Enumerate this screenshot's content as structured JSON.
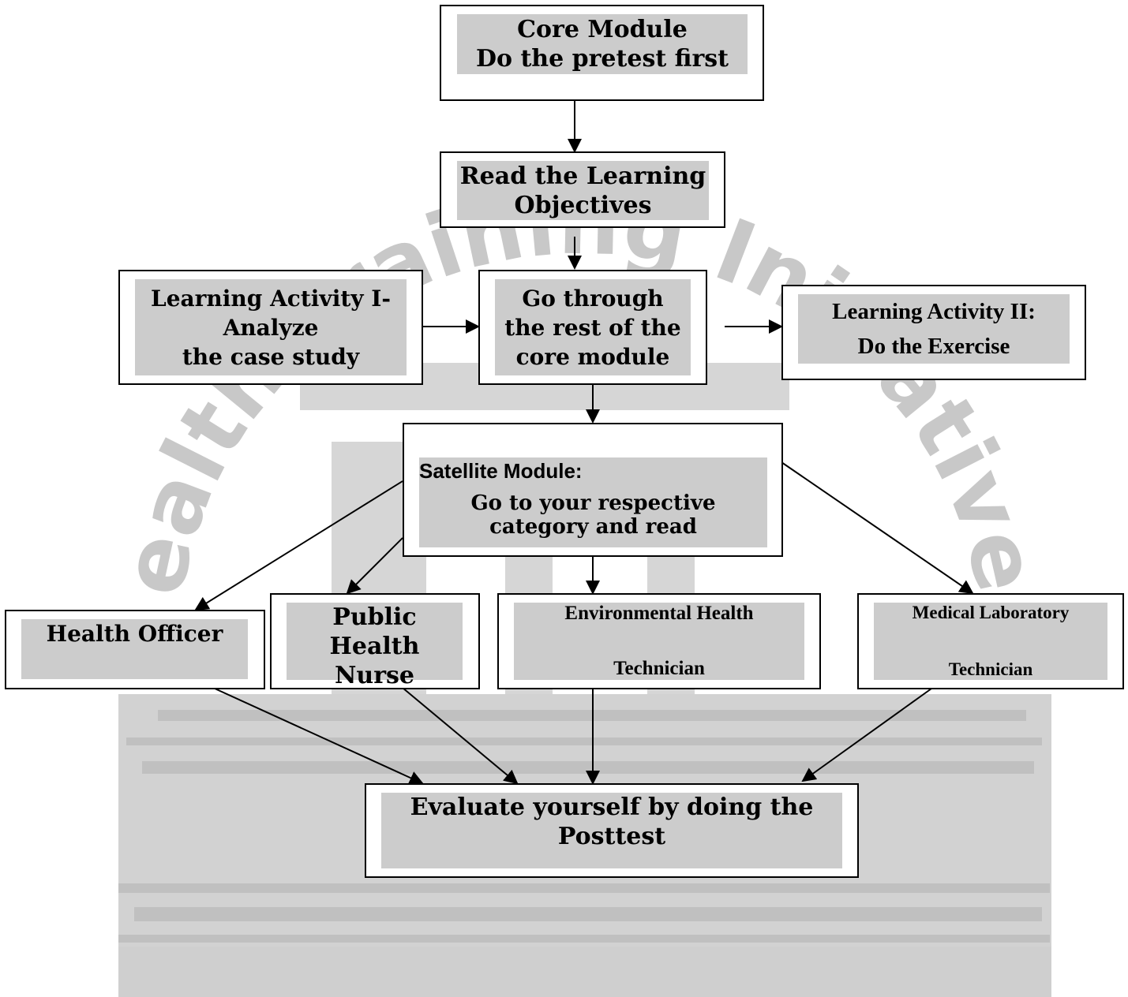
{
  "nodes": {
    "core": {
      "lines": [
        "Core Module",
        "Do the pretest first"
      ]
    },
    "objectives": {
      "lines": [
        "Read the Learning",
        "Objectives"
      ]
    },
    "activity1": {
      "lines": [
        "Learning Activity I-",
        "Analyze",
        "the case study"
      ]
    },
    "go_through": {
      "lines": [
        "Go through",
        "the rest of the",
        "core module"
      ]
    },
    "activity2": {
      "lines": [
        "Learning Activity II:",
        "Do the Exercise"
      ]
    },
    "satellite": {
      "heading": "Satellite Module:",
      "lines": [
        "Go to your respective",
        "category and read"
      ]
    },
    "health_officer": {
      "lines": [
        "Health Officer"
      ]
    },
    "nurse": {
      "lines": [
        "Public",
        "Health Nurse"
      ]
    },
    "env_health": {
      "lines": [
        "Environmental Health",
        "Technician"
      ]
    },
    "med_lab": {
      "lines": [
        "Medical Laboratory",
        "Technician"
      ]
    },
    "posttest": {
      "lines": [
        "Evaluate yourself by doing the",
        "Posttest"
      ]
    }
  },
  "watermark": {
    "text": "ealth Training Initiative Ethiopia Public Health",
    "color": "#c8c8c8"
  },
  "colors": {
    "box_fill": "#cccccc",
    "border": "#000000"
  }
}
